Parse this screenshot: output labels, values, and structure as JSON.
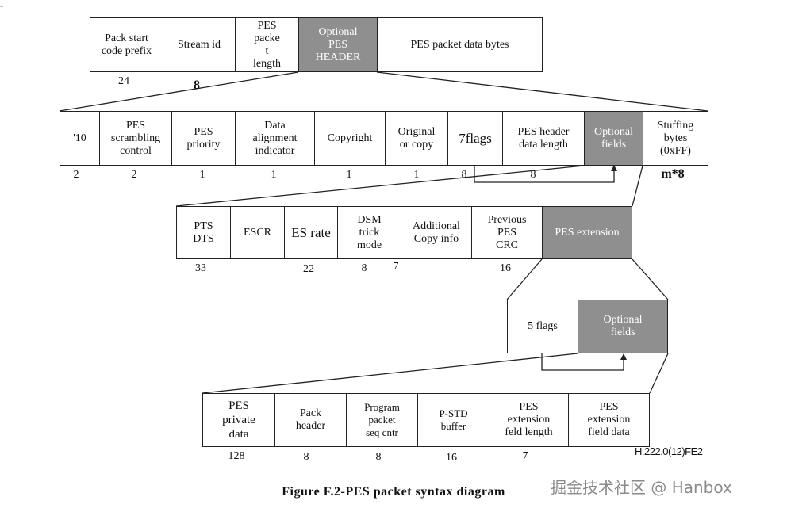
{
  "diagram": {
    "top_mark": "-",
    "row1": {
      "boxes": [
        "Pack start\ncode  prefix",
        "Stream   id",
        "PES\npacke\nt\nlength",
        "Optional\nPES\nHEADER",
        "PES  packet  data bytes"
      ],
      "numbers": [
        "24",
        "8"
      ]
    },
    "row2": {
      "boxes": [
        "'10",
        "PES\nscrambling\ncontrol",
        "PES\npriority",
        "Data\nalignment\nindicator",
        "Copyright",
        "Original\nor  copy",
        "7flags",
        "PES   header\ndata  length",
        "Optional\nfields",
        "Stuffing\nbytes\n(0xFF)"
      ],
      "numbers": [
        "2",
        "2",
        "1",
        "1",
        "1",
        "1",
        "8",
        "8",
        "m*8"
      ]
    },
    "row3": {
      "boxes": [
        "PTS\nDTS",
        "ESCR",
        "ES rate",
        "DSM\ntrick\nmode",
        "Additional\nCopy info",
        "Previous\nPES\nCRC",
        "PES  extension"
      ],
      "numbers": [
        "33",
        "22",
        "8",
        "7",
        "16"
      ]
    },
    "row4": {
      "boxes": [
        "5  flags",
        "Optional\nfields"
      ]
    },
    "row5": {
      "boxes": [
        "PES\nprivate\ndata",
        "Pack\nheader",
        "Program\npacket\nseq   cntr",
        "P-STD\nbuffer",
        "PES\nextension\nfeld  length",
        "PES\nextension\nfield  data"
      ],
      "numbers": [
        "128",
        "8",
        "8",
        "16",
        "7"
      ]
    },
    "figure_ref": "H.222.0(12)FE2",
    "caption": "Figure F.2-PES packet syntax diagram",
    "watermark": "掘金技术社区 @ Hanbox"
  }
}
